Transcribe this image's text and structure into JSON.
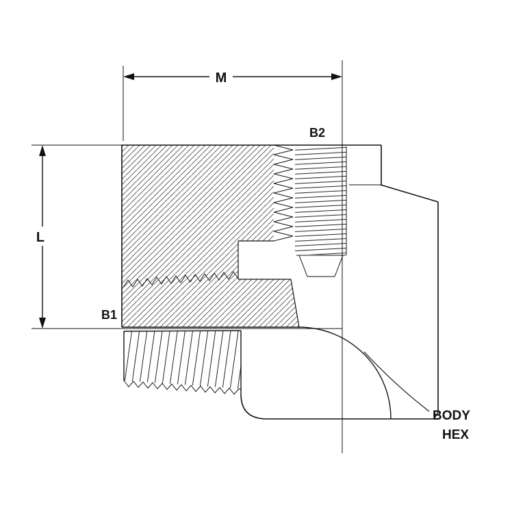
{
  "drawing": {
    "labels": {
      "dim_horizontal": "M",
      "dim_vertical": "L",
      "port_top": "B2",
      "port_side": "B1",
      "callout_line1": "BODY",
      "callout_line2": "HEX"
    },
    "colors": {
      "line": "#111111",
      "hatch": "#444444",
      "background": "#ffffff"
    }
  }
}
